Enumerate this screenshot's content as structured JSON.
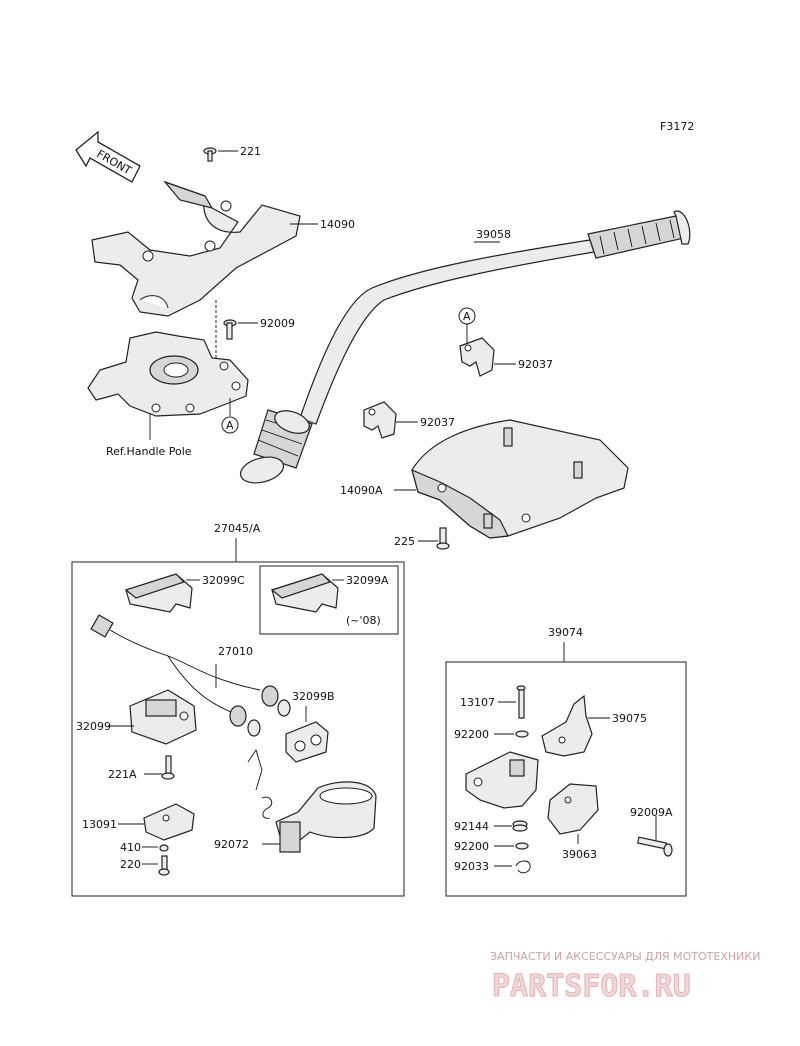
{
  "figure_code": "F3172",
  "front_label": "FRONT",
  "ref_label": "Ref.Handle Pole",
  "circle_ref": "A",
  "parts": {
    "p221": "221",
    "p14090": "14090",
    "p92009": "92009",
    "p39058": "39058",
    "p92037a": "92037",
    "p92037b": "92037",
    "p14090A": "14090A",
    "p225": "225",
    "p27045A": "27045/A",
    "p32099C": "32099C",
    "p32099A": "32099A",
    "note08": "(~'08)",
    "p27010": "27010",
    "p32099B": "32099B",
    "p32099": "32099",
    "p221A": "221A",
    "p13091": "13091",
    "p410": "410",
    "p220": "220",
    "p92072": "92072",
    "p39074": "39074",
    "p13107": "13107",
    "p39075": "39075",
    "p92200a": "92200",
    "p92144": "92144",
    "p92200b": "92200",
    "p92033": "92033",
    "p92009A": "92009A",
    "p39063": "39063"
  },
  "watermark": {
    "caption": "ЗАПЧАСТИ И АКСЕССУАРЫ ДЛЯ МОТОТЕХНИКИ",
    "logo": "PARTSFOR.RU"
  }
}
